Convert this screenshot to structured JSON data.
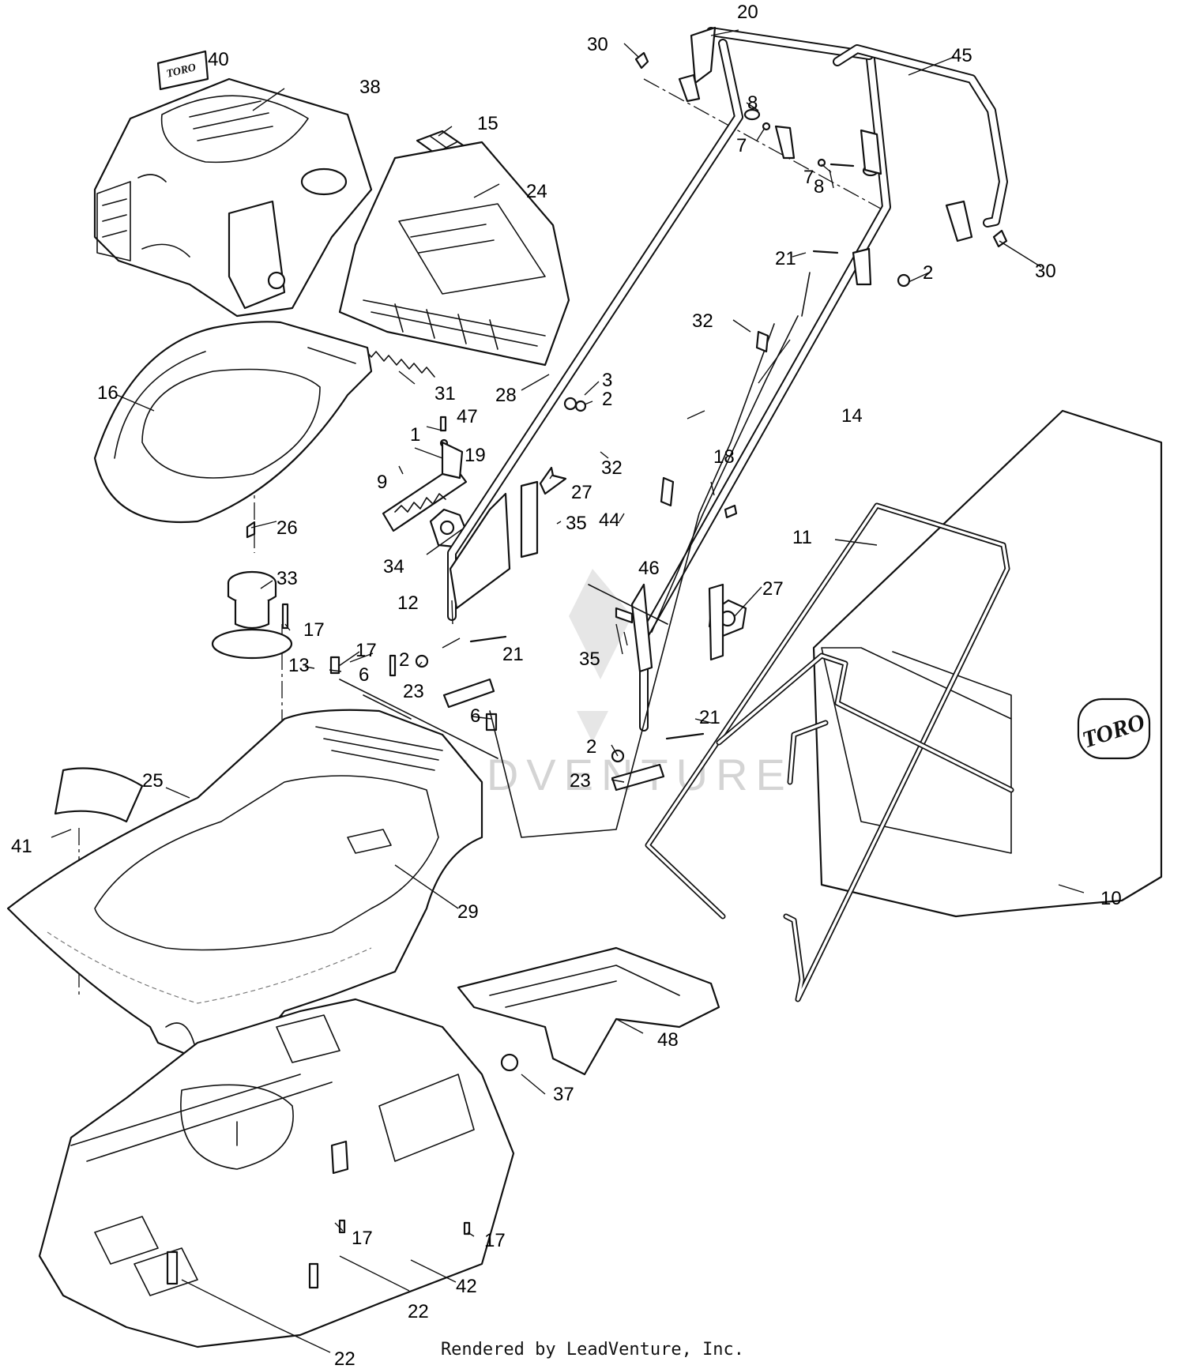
{
  "diagram": {
    "brand_label": "TORO",
    "watermark": "LEADVENTURE",
    "credit": "Rendered by LeadVenture, Inc.",
    "callouts": [
      "40",
      "38",
      "15",
      "24",
      "16",
      "31",
      "28",
      "47",
      "1",
      "19",
      "9",
      "34",
      "26",
      "33",
      "17",
      "12",
      "17",
      "6",
      "13",
      "2",
      "23",
      "6",
      "21",
      "27",
      "35",
      "44",
      "32",
      "18",
      "14",
      "20",
      "30",
      "45",
      "8",
      "7",
      "7",
      "8",
      "21",
      "2",
      "30",
      "3",
      "2",
      "32",
      "11",
      "27",
      "46",
      "35",
      "21",
      "2",
      "23",
      "10",
      "25",
      "41",
      "29",
      "48",
      "37",
      "17",
      "17",
      "42",
      "22",
      "22"
    ]
  }
}
